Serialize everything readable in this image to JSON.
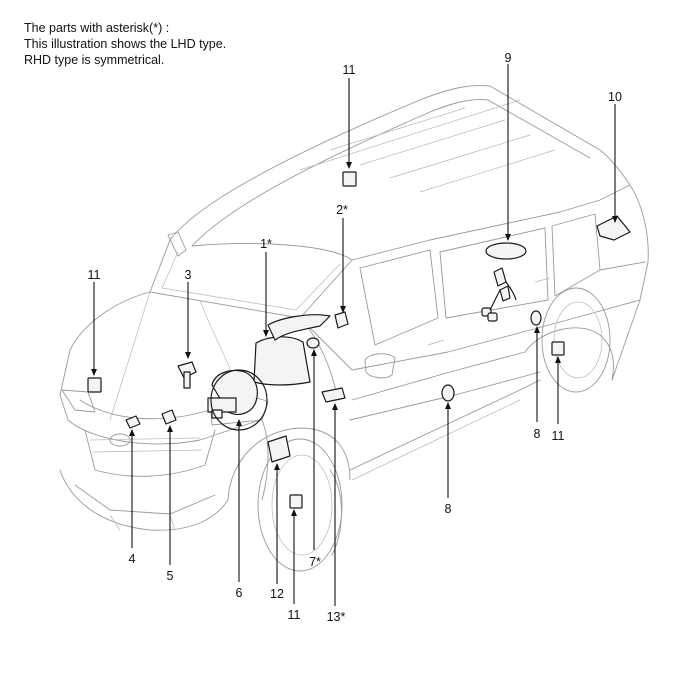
{
  "note": {
    "line1": "The parts with asterisk(*) :",
    "line2": "This illustration shows the LHD type.",
    "line3": "RHD type is symmetrical."
  },
  "callouts": {
    "c1": "1*",
    "c2": "2*",
    "c3": "3",
    "c4": "4",
    "c5": "5",
    "c6": "6",
    "c7": "7*",
    "c8a": "8",
    "c8b": "8",
    "c9": "9",
    "c10": "10",
    "c11a": "11",
    "c11b": "11",
    "c11c": "11",
    "c11d": "11",
    "c12": "12",
    "c13": "13*"
  }
}
